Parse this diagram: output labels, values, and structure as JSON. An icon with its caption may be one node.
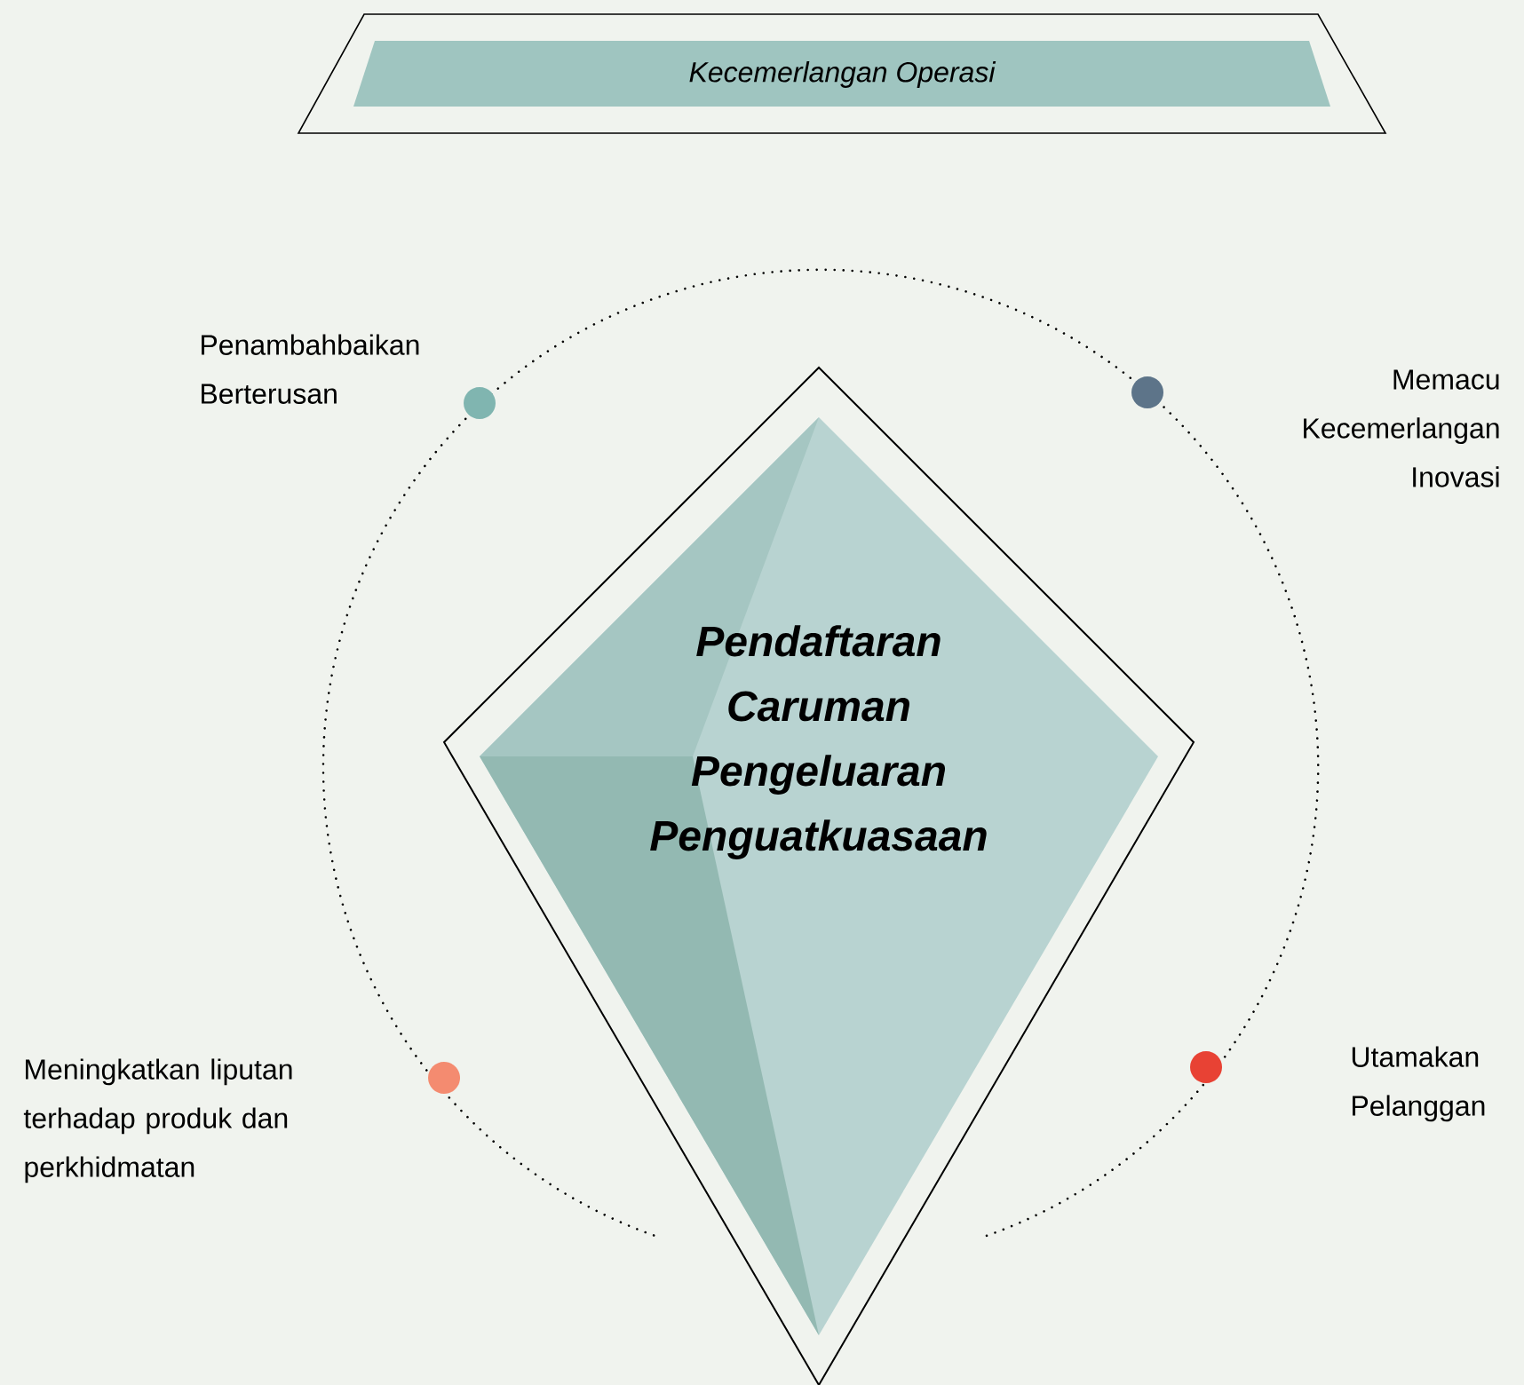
{
  "diagram": {
    "nodes": [
      {
        "text": [
          "Kecemerlangan Operasi"
        ]
      },
      {
        "text": [
          "Pendaftaran",
          "Caruman",
          "Pengeluaran",
          "Penguatkuasaan"
        ]
      }
    ],
    "labels": [
      "Penambahbaikan Berterusan",
      "Memacu Kecemerlangan Inovasi",
      "Meningkatkan liputan terhadap produk dan perkhidmatan",
      "Utamakan Pelanggan"
    ]
  }
}
